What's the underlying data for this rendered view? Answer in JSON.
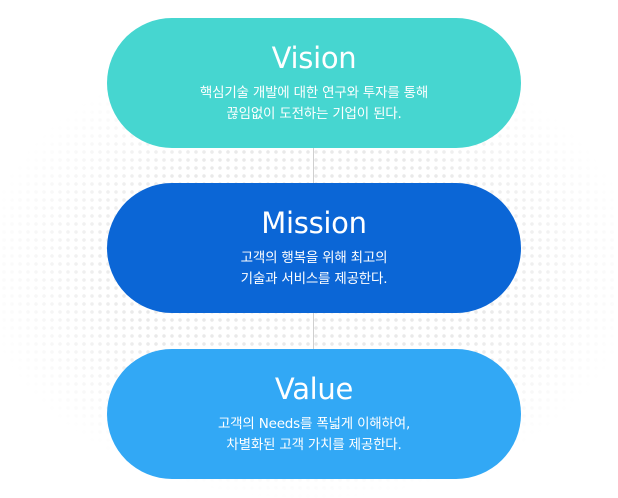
{
  "pills": [
    {
      "title": "Vision",
      "lines": [
        "핵심기술 개발에 대한 연구와  투자를 통해",
        "끊임없이 도전하는 기업이 된다."
      ],
      "color": "#46d6d0"
    },
    {
      "title": "Mission",
      "lines": [
        "고객의 행복을 위해 최고의",
        "기술과 서비스를 제공한다."
      ],
      "color": "#0b66d6"
    },
    {
      "title": "Value",
      "lines": [
        "고객의 Needs를 폭넓게 이해하여,",
        "차별화된 고객 가치를 제공한다."
      ],
      "color": "#32a8f5"
    }
  ]
}
